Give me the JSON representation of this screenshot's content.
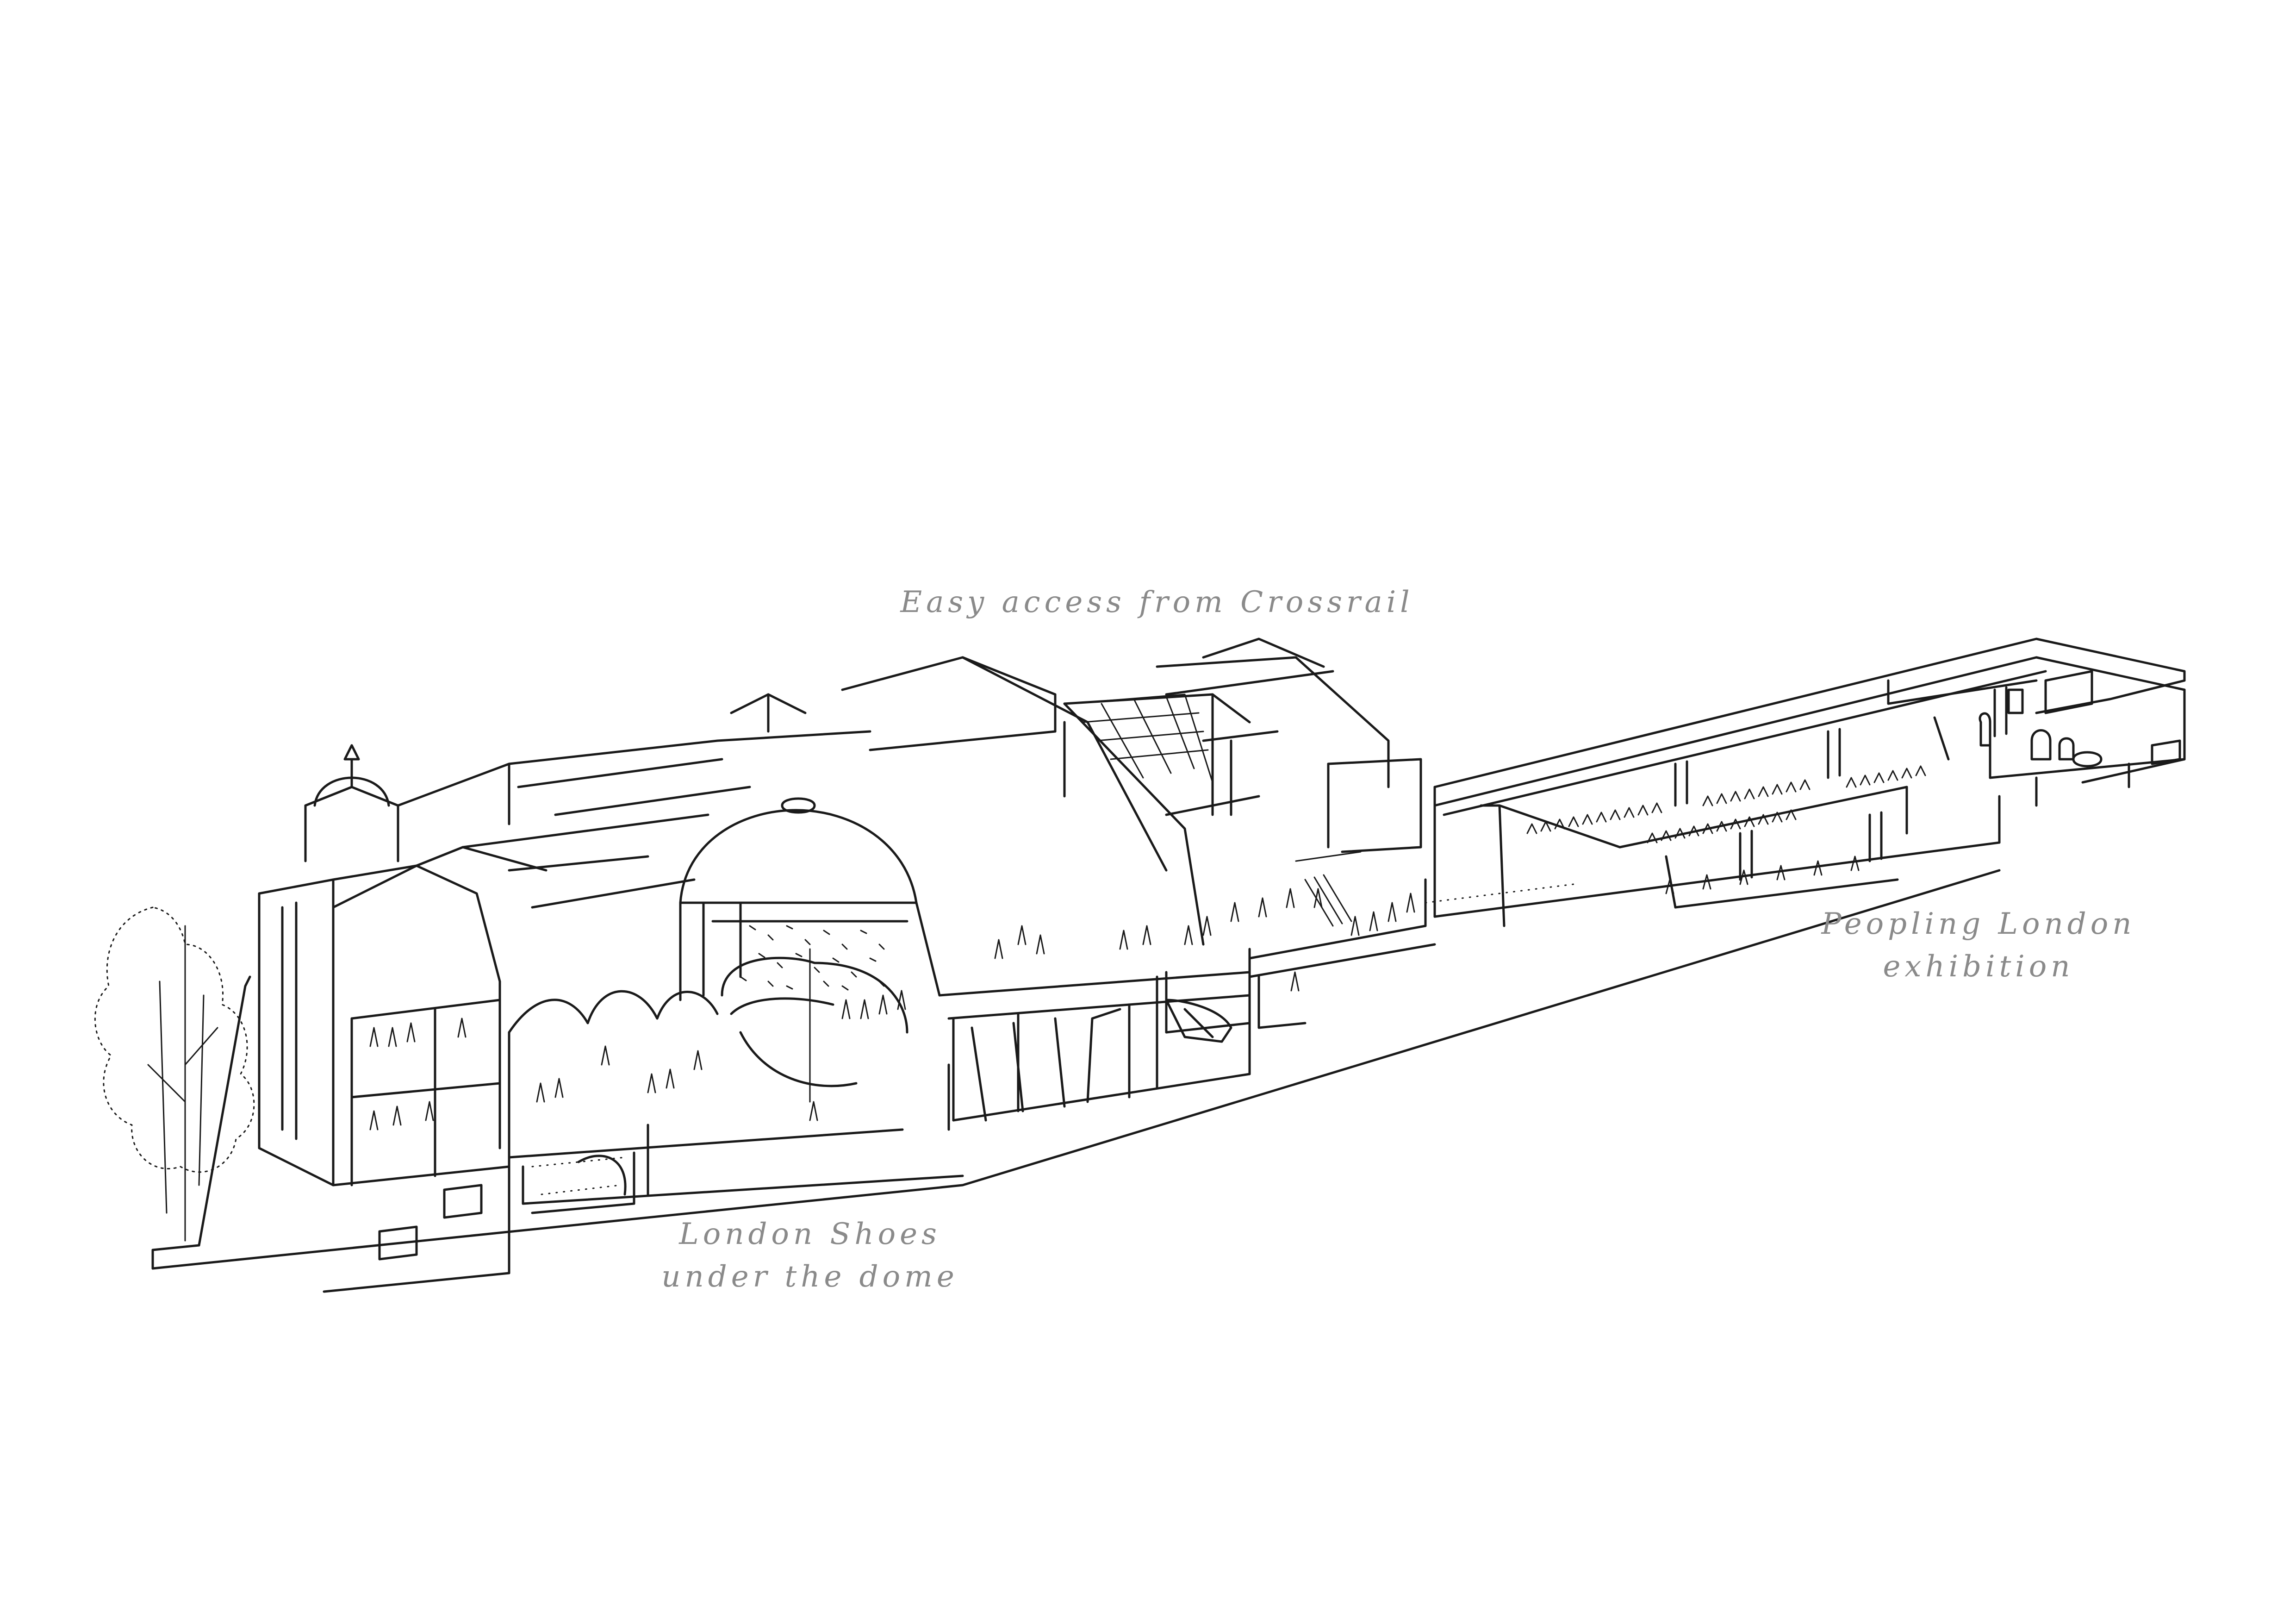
{
  "drawing": {
    "style": "hand-drawn axonometric line sketch",
    "ink_color": "#1a1a1a",
    "label_color": "#8a8a8a",
    "background": "#ffffff"
  },
  "labels": {
    "crossrail": "Easy access from Crossrail",
    "peopling_line1": "Peopling London",
    "peopling_line2": "exhibition",
    "shoes_line1": "London Shoes",
    "shoes_line2": "under the dome"
  }
}
